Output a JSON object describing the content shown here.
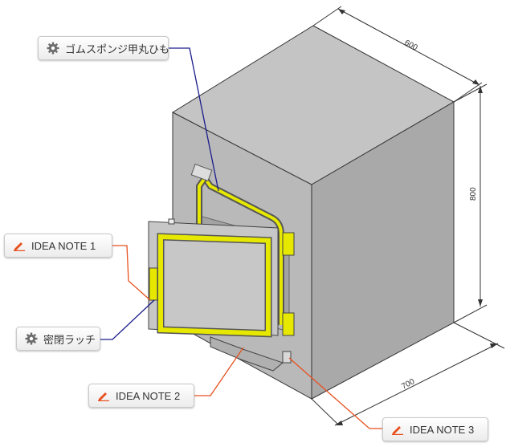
{
  "callouts": {
    "rubber_cord": {
      "label": "ゴムスポンジ甲丸ひも",
      "icon": "gear-icon"
    },
    "latch": {
      "label": "密閉ラッチ",
      "icon": "gear-icon"
    },
    "idea1": {
      "label": "IDEA NOTE 1",
      "icon": "pencil-icon"
    },
    "idea2": {
      "label": "IDEA NOTE 2",
      "icon": "pencil-icon"
    },
    "idea3": {
      "label": "IDEA NOTE 3",
      "icon": "pencil-icon"
    }
  },
  "dimensions": {
    "depth": "600",
    "height": "800",
    "width": "700"
  },
  "colors": {
    "box_fill": "#b7b7b7",
    "gasket": "#e6e800",
    "blue_leader": "#1a1a8c",
    "orange_leader": "#e8501e"
  }
}
